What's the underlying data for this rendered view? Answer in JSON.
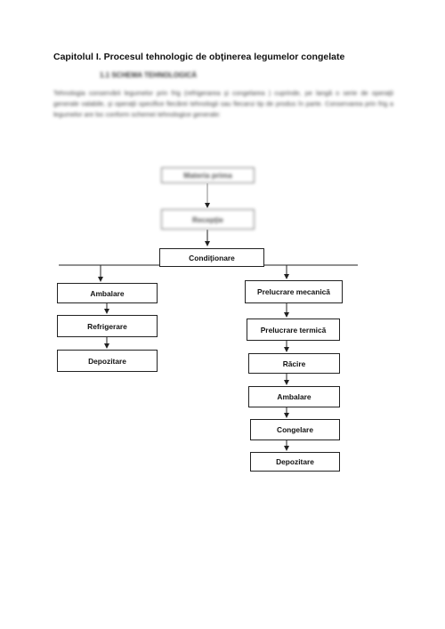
{
  "document": {
    "chapter_title": "Capitolul I. Procesul tehnologic de obţinerea legumelor congelate",
    "section_title": "1.1 SCHEMA TEHNOLOGICĂ",
    "intro_text": "Tehnologia conservării legumelor prin frig (refrigerarea şi congelarea ) cuprinde, pe langă o serie de operaţii generale valabile, şi operaţii specifice fiecărei tehnologii sau fiecarui tip de produs în parte. Conservarea prin frig a legumelor are loc conform schemei tehnologice generale:"
  },
  "flowchart": {
    "top": {
      "materia_prima": "Materia prima",
      "receptie": "Recepţie",
      "conditionare": "Condiţionare"
    },
    "left_branch": [
      "Ambalare",
      "Refrigerare",
      "Depozitare"
    ],
    "right_branch": [
      "Prelucrare mecanică",
      "Prelucrare termică",
      "Răcire",
      "Ambalare",
      "Congelare",
      "Depozitare"
    ]
  }
}
